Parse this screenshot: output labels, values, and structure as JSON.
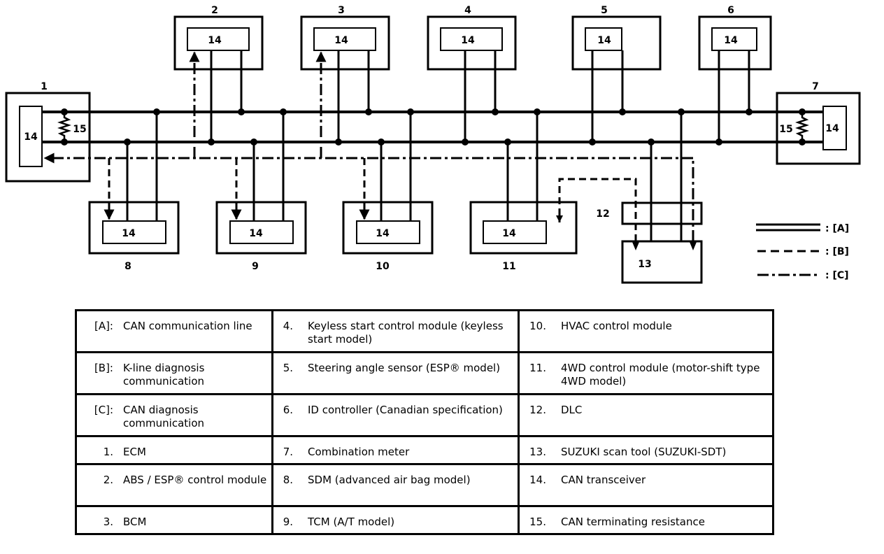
{
  "diagram": {
    "labels": {
      "n1": "1",
      "n2": "2",
      "n3": "3",
      "n4": "4",
      "n5": "5",
      "n6": "6",
      "n7": "7",
      "n8": "8",
      "n9": "9",
      "n10": "10",
      "n11": "11",
      "n12": "12",
      "n13": "13"
    },
    "transceiver": "14",
    "resistor": "15",
    "legend": {
      "a": ": [A]",
      "b": ": [B]",
      "c": ": [C]"
    }
  },
  "table": {
    "rows": [
      [
        {
          "key": "[A]:",
          "text": "CAN communication line"
        },
        {
          "key": "4.",
          "text": "Keyless start control module (keyless start model)"
        },
        {
          "key": "10.",
          "text": "HVAC control module"
        }
      ],
      [
        {
          "key": "[B]:",
          "text": "K-line diagnosis communication"
        },
        {
          "key": "5.",
          "text": "Steering angle sensor (ESP® model)"
        },
        {
          "key": "11.",
          "text": "4WD control module (motor-shift type 4WD model)"
        }
      ],
      [
        {
          "key": "[C]:",
          "text": "CAN diagnosis communication"
        },
        {
          "key": "6.",
          "text": "ID controller (Canadian specification)"
        },
        {
          "key": "12.",
          "text": "DLC"
        }
      ],
      [
        {
          "key": "1.",
          "text": "ECM"
        },
        {
          "key": "7.",
          "text": "Combination meter"
        },
        {
          "key": "13.",
          "text": "SUZUKI scan tool (SUZUKI-SDT)"
        }
      ],
      [
        {
          "key": "2.",
          "text": "ABS / ESP® control module"
        },
        {
          "key": "8.",
          "text": "SDM (advanced air bag model)"
        },
        {
          "key": "14.",
          "text": "CAN transceiver"
        }
      ],
      [
        {
          "key": "3.",
          "text": "BCM"
        },
        {
          "key": "9.",
          "text": "TCM (A/T model)"
        },
        {
          "key": "15.",
          "text": "CAN terminating resistance"
        }
      ]
    ]
  }
}
